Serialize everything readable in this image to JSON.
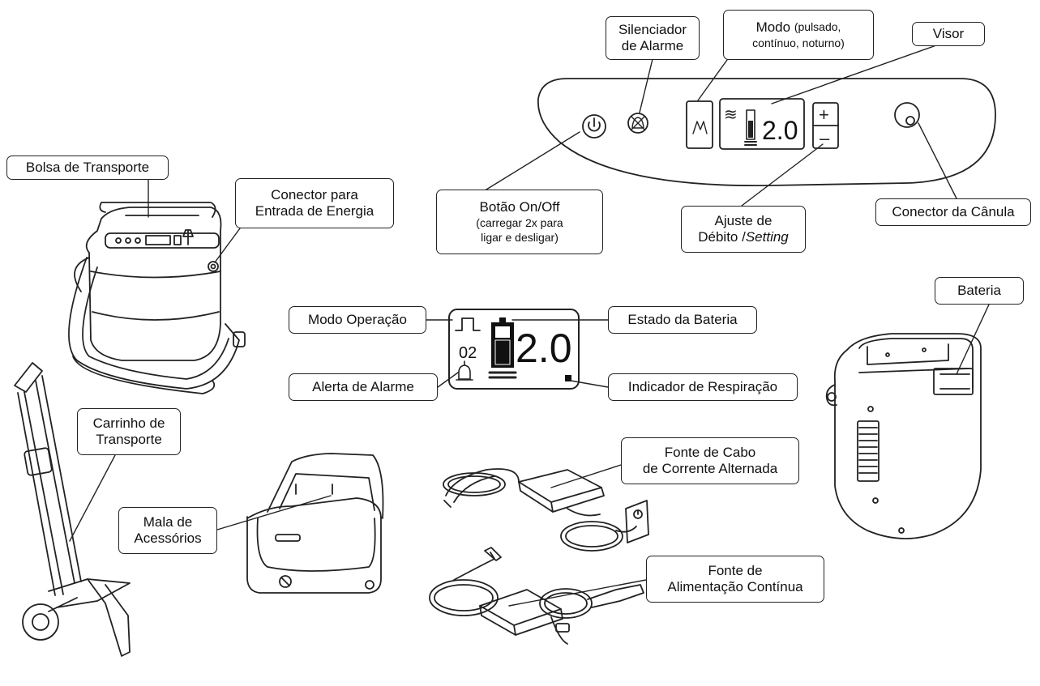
{
  "labels": {
    "silenciador": [
      "Silenciador",
      "de Alarme"
    ],
    "modo": {
      "main": "Modo",
      "paren_1": "(pulsado,",
      "paren_2": "contínuo, noturno)"
    },
    "visor": "Visor",
    "bolsa": "Bolsa de Transporte",
    "conector_energia": [
      "Conector para",
      "Entrada de Energia"
    ],
    "botao": [
      "Botão On/Off",
      "(carregar 2x para",
      "ligar e desligar)"
    ],
    "ajuste": {
      "line1": "Ajuste de",
      "line2_plain": "Débito / ",
      "line2_italic": "Setting"
    },
    "conector_canula": "Conector da Cânula",
    "bateria": "Bateria",
    "modo_operacao": "Modo Operação",
    "estado_bateria": "Estado da Bateria",
    "alerta_alarme": "Alerta de Alarme",
    "indicador_respiracao": "Indicador de Respiração",
    "carrinho": [
      "Carrinho de",
      "Transporte"
    ],
    "mala": [
      "Mala de",
      "Acessórios"
    ],
    "fonte_ca": [
      "Fonte de Cabo",
      "de Corrente Alternada"
    ],
    "fonte_dc": [
      "Fonte de",
      "Alimentação Contínua"
    ]
  },
  "display": {
    "panel_value": "2.0",
    "panel_plus": "+",
    "panel_minus": "–",
    "panel_mode_glyph": "M",
    "panel_pulse_glyph": "≋",
    "screen_value": "2.0",
    "screen_o2": "02"
  },
  "icons": [
    "power-icon",
    "alarm-mute-icon",
    "cannula-connector-icon",
    "bell-icon",
    "battery-icon",
    "pulse-mode-icon"
  ],
  "colors": {
    "line": "#222222",
    "background": "#ffffff"
  }
}
